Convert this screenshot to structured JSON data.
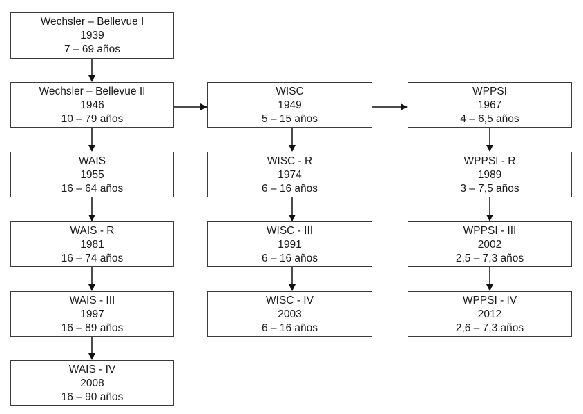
{
  "columns": [
    {
      "key": "wechsler",
      "boxes": [
        {
          "name": "Wechsler – Bellevue I",
          "year": "1939",
          "ages": "7 – 69 años"
        },
        {
          "name": "Wechsler – Bellevue II",
          "year": "1946",
          "ages": "10 – 79 años"
        },
        {
          "name": "WAIS",
          "year": "1955",
          "ages": "16 – 64 años"
        },
        {
          "name": "WAIS - R",
          "year": "1981",
          "ages": "16 – 74 años"
        },
        {
          "name": "WAIS - III",
          "year": "1997",
          "ages": "16 – 89 años"
        },
        {
          "name": "WAIS - IV",
          "year": "2008",
          "ages": "16 – 90 años"
        }
      ]
    },
    {
      "key": "wisc",
      "boxes": [
        {
          "name": "WISC",
          "year": "1949",
          "ages": "5 – 15 años"
        },
        {
          "name": "WISC - R",
          "year": "1974",
          "ages": "6 – 16 años"
        },
        {
          "name": "WISC - III",
          "year": "1991",
          "ages": "6 – 16 años"
        },
        {
          "name": "WISC - IV",
          "year": "2003",
          "ages": "6 – 16 años"
        }
      ]
    },
    {
      "key": "wppsi",
      "boxes": [
        {
          "name": "WPPSI",
          "year": "1967",
          "ages": "4 – 6,5 años"
        },
        {
          "name": "WPPSI - R",
          "year": "1989",
          "ages": "3 – 7,5 años"
        },
        {
          "name": "WPPSI - III",
          "year": "2002",
          "ages": "2,5 – 7,3 años"
        },
        {
          "name": "WPPSI - IV",
          "year": "2012",
          "ages": "2,6 – 7,3 años"
        }
      ]
    }
  ]
}
